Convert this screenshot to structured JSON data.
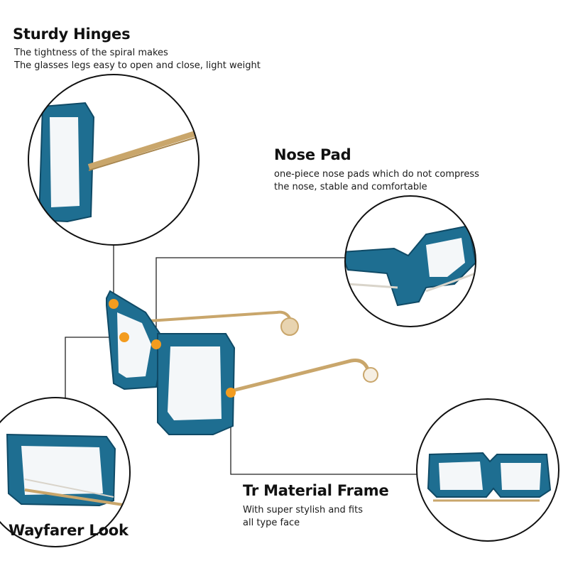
{
  "features": {
    "sturdy_hinges": {
      "title": "Sturdy Hinges",
      "lines": [
        "The tightness of the spiral makes",
        "The glasses legs easy to open and close, light weight"
      ]
    },
    "nose_pad": {
      "title": "Nose Pad",
      "lines": [
        "one-piece nose pads which do not compress",
        "the nose, stable and comfortable"
      ]
    },
    "tr_material_frame": {
      "title": "Tr Material Frame",
      "lines": [
        "With super stylish and fits",
        "all type face"
      ]
    },
    "wayfarer_look": {
      "title": "Wayfarer Look"
    }
  },
  "colors": {
    "frame_blue": "#1e6e91",
    "frame_dark": "#0f4a66",
    "metal_gold": "#c9a66b",
    "marker_orange": "#f39c1f",
    "callout_line": "#222222"
  }
}
